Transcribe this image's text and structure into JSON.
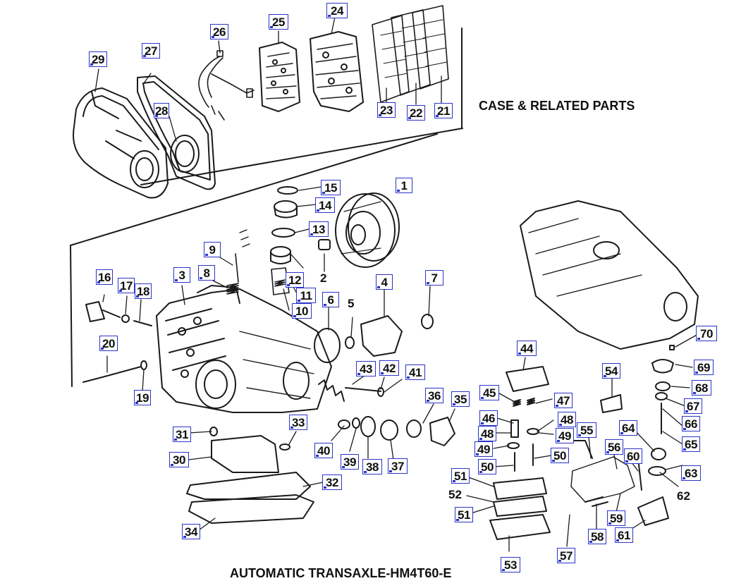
{
  "diagram": {
    "section_title": "CASE & RELATED PARTS",
    "figure_caption": "AUTOMATIC TRANSAXLE-HM4T60-E",
    "callout_color": "#2a34c8",
    "callouts": [
      {
        "id": "c1",
        "label": "1"
      },
      {
        "id": "c3",
        "label": "3"
      },
      {
        "id": "c4",
        "label": "4"
      },
      {
        "id": "c6",
        "label": "6"
      },
      {
        "id": "c7",
        "label": "7"
      },
      {
        "id": "c8",
        "label": "8"
      },
      {
        "id": "c9",
        "label": "9"
      },
      {
        "id": "c10",
        "label": "10"
      },
      {
        "id": "c11",
        "label": "11"
      },
      {
        "id": "c12",
        "label": "12"
      },
      {
        "id": "c13",
        "label": "13"
      },
      {
        "id": "c14",
        "label": "14"
      },
      {
        "id": "c15",
        "label": "15"
      },
      {
        "id": "c16",
        "label": "16"
      },
      {
        "id": "c17",
        "label": "17"
      },
      {
        "id": "c18",
        "label": "18"
      },
      {
        "id": "c19",
        "label": "19"
      },
      {
        "id": "c20",
        "label": "20"
      },
      {
        "id": "c21",
        "label": "21"
      },
      {
        "id": "c22",
        "label": "22"
      },
      {
        "id": "c23",
        "label": "23"
      },
      {
        "id": "c24",
        "label": "24"
      },
      {
        "id": "c25",
        "label": "25"
      },
      {
        "id": "c26",
        "label": "26"
      },
      {
        "id": "c27",
        "label": "27"
      },
      {
        "id": "c28",
        "label": "28"
      },
      {
        "id": "c29",
        "label": "29"
      },
      {
        "id": "c30",
        "label": "30"
      },
      {
        "id": "c31",
        "label": "31"
      },
      {
        "id": "c32",
        "label": "32"
      },
      {
        "id": "c33",
        "label": "33"
      },
      {
        "id": "c34",
        "label": "34"
      },
      {
        "id": "c35",
        "label": "35"
      },
      {
        "id": "c36",
        "label": "36"
      },
      {
        "id": "c37",
        "label": "37"
      },
      {
        "id": "c38",
        "label": "38"
      },
      {
        "id": "c39",
        "label": "39"
      },
      {
        "id": "c40",
        "label": "40"
      },
      {
        "id": "c41",
        "label": "41"
      },
      {
        "id": "c42",
        "label": "42"
      },
      {
        "id": "c43",
        "label": "43"
      },
      {
        "id": "c44",
        "label": "44"
      },
      {
        "id": "c45",
        "label": "45"
      },
      {
        "id": "c46",
        "label": "46"
      },
      {
        "id": "c47",
        "label": "47"
      },
      {
        "id": "c48a",
        "label": "48"
      },
      {
        "id": "c48b",
        "label": "48"
      },
      {
        "id": "c49a",
        "label": "49"
      },
      {
        "id": "c49b",
        "label": "49"
      },
      {
        "id": "c50a",
        "label": "50"
      },
      {
        "id": "c50b",
        "label": "50"
      },
      {
        "id": "c51a",
        "label": "51"
      },
      {
        "id": "c51b",
        "label": "51"
      },
      {
        "id": "c53",
        "label": "53"
      },
      {
        "id": "c54",
        "label": "54"
      },
      {
        "id": "c55",
        "label": "55"
      },
      {
        "id": "c56",
        "label": "56"
      },
      {
        "id": "c57",
        "label": "57"
      },
      {
        "id": "c58",
        "label": "58"
      },
      {
        "id": "c59",
        "label": "59"
      },
      {
        "id": "c60",
        "label": "60"
      },
      {
        "id": "c61",
        "label": "61"
      },
      {
        "id": "c63",
        "label": "63"
      },
      {
        "id": "c64",
        "label": "64"
      },
      {
        "id": "c65",
        "label": "65"
      },
      {
        "id": "c66",
        "label": "66"
      },
      {
        "id": "c67",
        "label": "67"
      },
      {
        "id": "c68",
        "label": "68"
      },
      {
        "id": "c69",
        "label": "69"
      },
      {
        "id": "c70",
        "label": "70"
      }
    ],
    "plain_labels": [
      {
        "id": "p2",
        "label": "2"
      },
      {
        "id": "p5",
        "label": "5"
      },
      {
        "id": "p52",
        "label": "52"
      },
      {
        "id": "p62",
        "label": "62"
      }
    ]
  }
}
